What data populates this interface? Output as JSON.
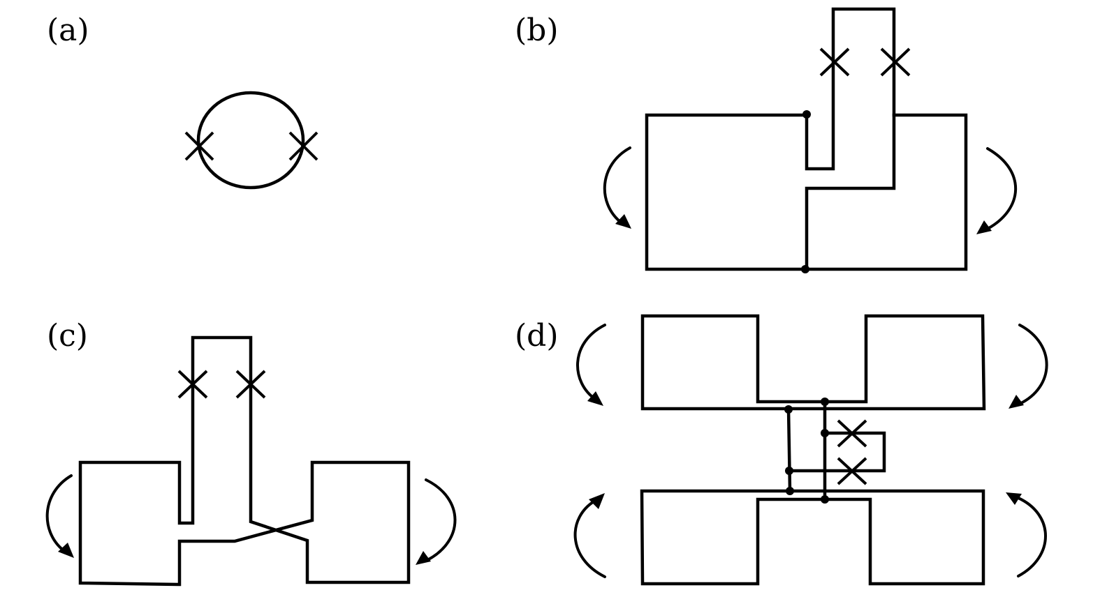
{
  "figure": {
    "panels": [
      {
        "id": "a",
        "label": "(a)"
      },
      {
        "id": "b",
        "label": "(b)"
      },
      {
        "id": "c",
        "label": "(c)"
      },
      {
        "id": "d",
        "label": "(d)"
      }
    ],
    "colors": {
      "stroke": "#000000",
      "background": "#ffffff"
    }
  }
}
